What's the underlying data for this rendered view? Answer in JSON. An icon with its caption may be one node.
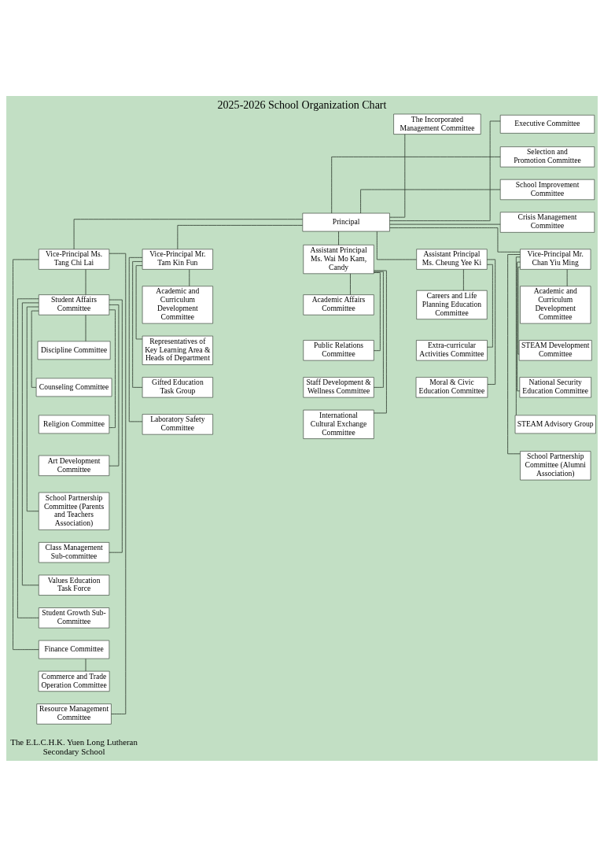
{
  "diagram": {
    "title": "2025-2026 School Organization Chart",
    "nodes": [
      {
        "text": [
          "The Incorporated Management Committee"
        ]
      },
      {
        "text": [
          "Principal"
        ]
      },
      {
        "text": [
          "Executive Committee"
        ]
      },
      {
        "text": [
          "Selection and Promotion Committee"
        ]
      },
      {
        "text": [
          "School Improvement Committee"
        ]
      },
      {
        "text": [
          "Crisis Management Committee"
        ]
      },
      {
        "text": [
          "Vice-Principal Mr. Tam Kin Fun"
        ]
      },
      {
        "text": [
          "Vice-Principal Ms. Tang Chi Lai"
        ]
      },
      {
        "text": [
          "Vice-Principal Mr. Chan Yiu Ming"
        ]
      },
      {
        "text": [
          "Assistant Principal Ms. Wai Mo Kam, Candy"
        ]
      },
      {
        "text": [
          "Assistant Principal Ms. Cheung Yee Ki"
        ]
      },
      {
        "text": [
          "Academic and Curriculum Development Committee"
        ]
      },
      {
        "text": [
          "Representatives of Key Learning Area & Heads of Department"
        ]
      },
      {
        "text": [
          "Gifted Education Task Group"
        ]
      },
      {
        "text": [
          "Laboratory Safety Committee"
        ]
      },
      {
        "text": [
          "Student Affairs Committee"
        ]
      },
      {
        "text": [
          "Discipline Committee"
        ]
      },
      {
        "text": [
          "Counseling Committee"
        ]
      },
      {
        "text": [
          "Religion Committee"
        ]
      },
      {
        "text": [
          "Art Development Committee"
        ]
      },
      {
        "text": [
          "School Partnership Committee (Parents and Teachers Association)"
        ]
      },
      {
        "text": [
          "Class Management Sub-committee"
        ]
      },
      {
        "text": [
          "Values Education Task Force"
        ]
      },
      {
        "text": [
          "Student Growth Sub-Committee"
        ]
      },
      {
        "text": [
          "Finance Committee"
        ]
      },
      {
        "text": [
          "Commerce and Trade Operation Committee"
        ]
      },
      {
        "text": [
          "Resource Management Committee"
        ]
      },
      {
        "text": [
          "Academic and Curriculum Development Committee"
        ]
      },
      {
        "text": [
          "STEAM Development Committee"
        ]
      },
      {
        "text": [
          "National Security Education Committee"
        ]
      },
      {
        "text": [
          "STEAM Advisory Group"
        ]
      },
      {
        "text": [
          "School Partnership Committee (Alumni Association)"
        ]
      },
      {
        "text": [
          "Academic Affairs Committee"
        ]
      },
      {
        "text": [
          "Public Relations Committee"
        ]
      },
      {
        "text": [
          "Staff Development & Wellness Committee"
        ]
      },
      {
        "text": [
          "International Cultural Exchange Committee"
        ]
      },
      {
        "text": [
          "Careers and Life Planning Education Committee"
        ]
      },
      {
        "text": [
          "Extra-curricular Activities Committee"
        ]
      },
      {
        "text": [
          "Moral & Civic Education Committee"
        ]
      }
    ],
    "edges": [
      {
        "from": 0,
        "to": 1,
        "arrow": "none"
      },
      {
        "from": 1,
        "to": 2,
        "arrow": "none"
      },
      {
        "from": 1,
        "to": 3,
        "arrow": "none"
      },
      {
        "from": 1,
        "to": 4,
        "arrow": "none"
      },
      {
        "from": 1,
        "to": 5,
        "arrow": "none"
      },
      {
        "from": 1,
        "to": 6,
        "arrow": "none"
      },
      {
        "from": 1,
        "to": 7,
        "arrow": "none"
      },
      {
        "from": 1,
        "to": 8,
        "arrow": "none"
      },
      {
        "from": 1,
        "to": 9,
        "arrow": "none"
      },
      {
        "from": 1,
        "to": 10,
        "arrow": "none"
      },
      {
        "from": 6,
        "to": 11,
        "arrow": "none"
      },
      {
        "from": 6,
        "to": 12,
        "arrow": "none"
      },
      {
        "from": 6,
        "to": 13,
        "arrow": "none"
      },
      {
        "from": 6,
        "to": 14,
        "arrow": "none"
      },
      {
        "from": 7,
        "to": 15,
        "arrow": "none"
      },
      {
        "from": 15,
        "to": 16,
        "arrow": "none"
      },
      {
        "from": 15,
        "to": 17,
        "arrow": "none"
      },
      {
        "from": 15,
        "to": 18,
        "arrow": "none"
      },
      {
        "from": 15,
        "to": 19,
        "arrow": "none"
      },
      {
        "from": 15,
        "to": 20,
        "arrow": "none"
      },
      {
        "from": 15,
        "to": 21,
        "arrow": "none"
      },
      {
        "from": 15,
        "to": 22,
        "arrow": "none"
      },
      {
        "from": 15,
        "to": 23,
        "arrow": "none"
      },
      {
        "from": 7,
        "to": 24,
        "arrow": "none"
      },
      {
        "from": 24,
        "to": 25,
        "arrow": "none"
      },
      {
        "from": 7,
        "to": 26,
        "arrow": "none"
      },
      {
        "from": 8,
        "to": 27,
        "arrow": "none"
      },
      {
        "from": 8,
        "to": 28,
        "arrow": "none"
      },
      {
        "from": 8,
        "to": 29,
        "arrow": "none"
      },
      {
        "from": 8,
        "to": 30,
        "arrow": "none"
      },
      {
        "from": 8,
        "to": 31,
        "arrow": "none"
      },
      {
        "from": 9,
        "to": 32,
        "arrow": "none"
      },
      {
        "from": 9,
        "to": 33,
        "arrow": "none"
      },
      {
        "from": 9,
        "to": 34,
        "arrow": "none"
      },
      {
        "from": 9,
        "to": 35,
        "arrow": "none"
      },
      {
        "from": 10,
        "to": 36,
        "arrow": "none"
      },
      {
        "from": 10,
        "to": 37,
        "arrow": "none"
      },
      {
        "from": 10,
        "to": 38,
        "arrow": "none"
      }
    ],
    "labels": [
      "The E.L.C.H.K. Yuen Long Lutheran Secondary School"
    ]
  }
}
